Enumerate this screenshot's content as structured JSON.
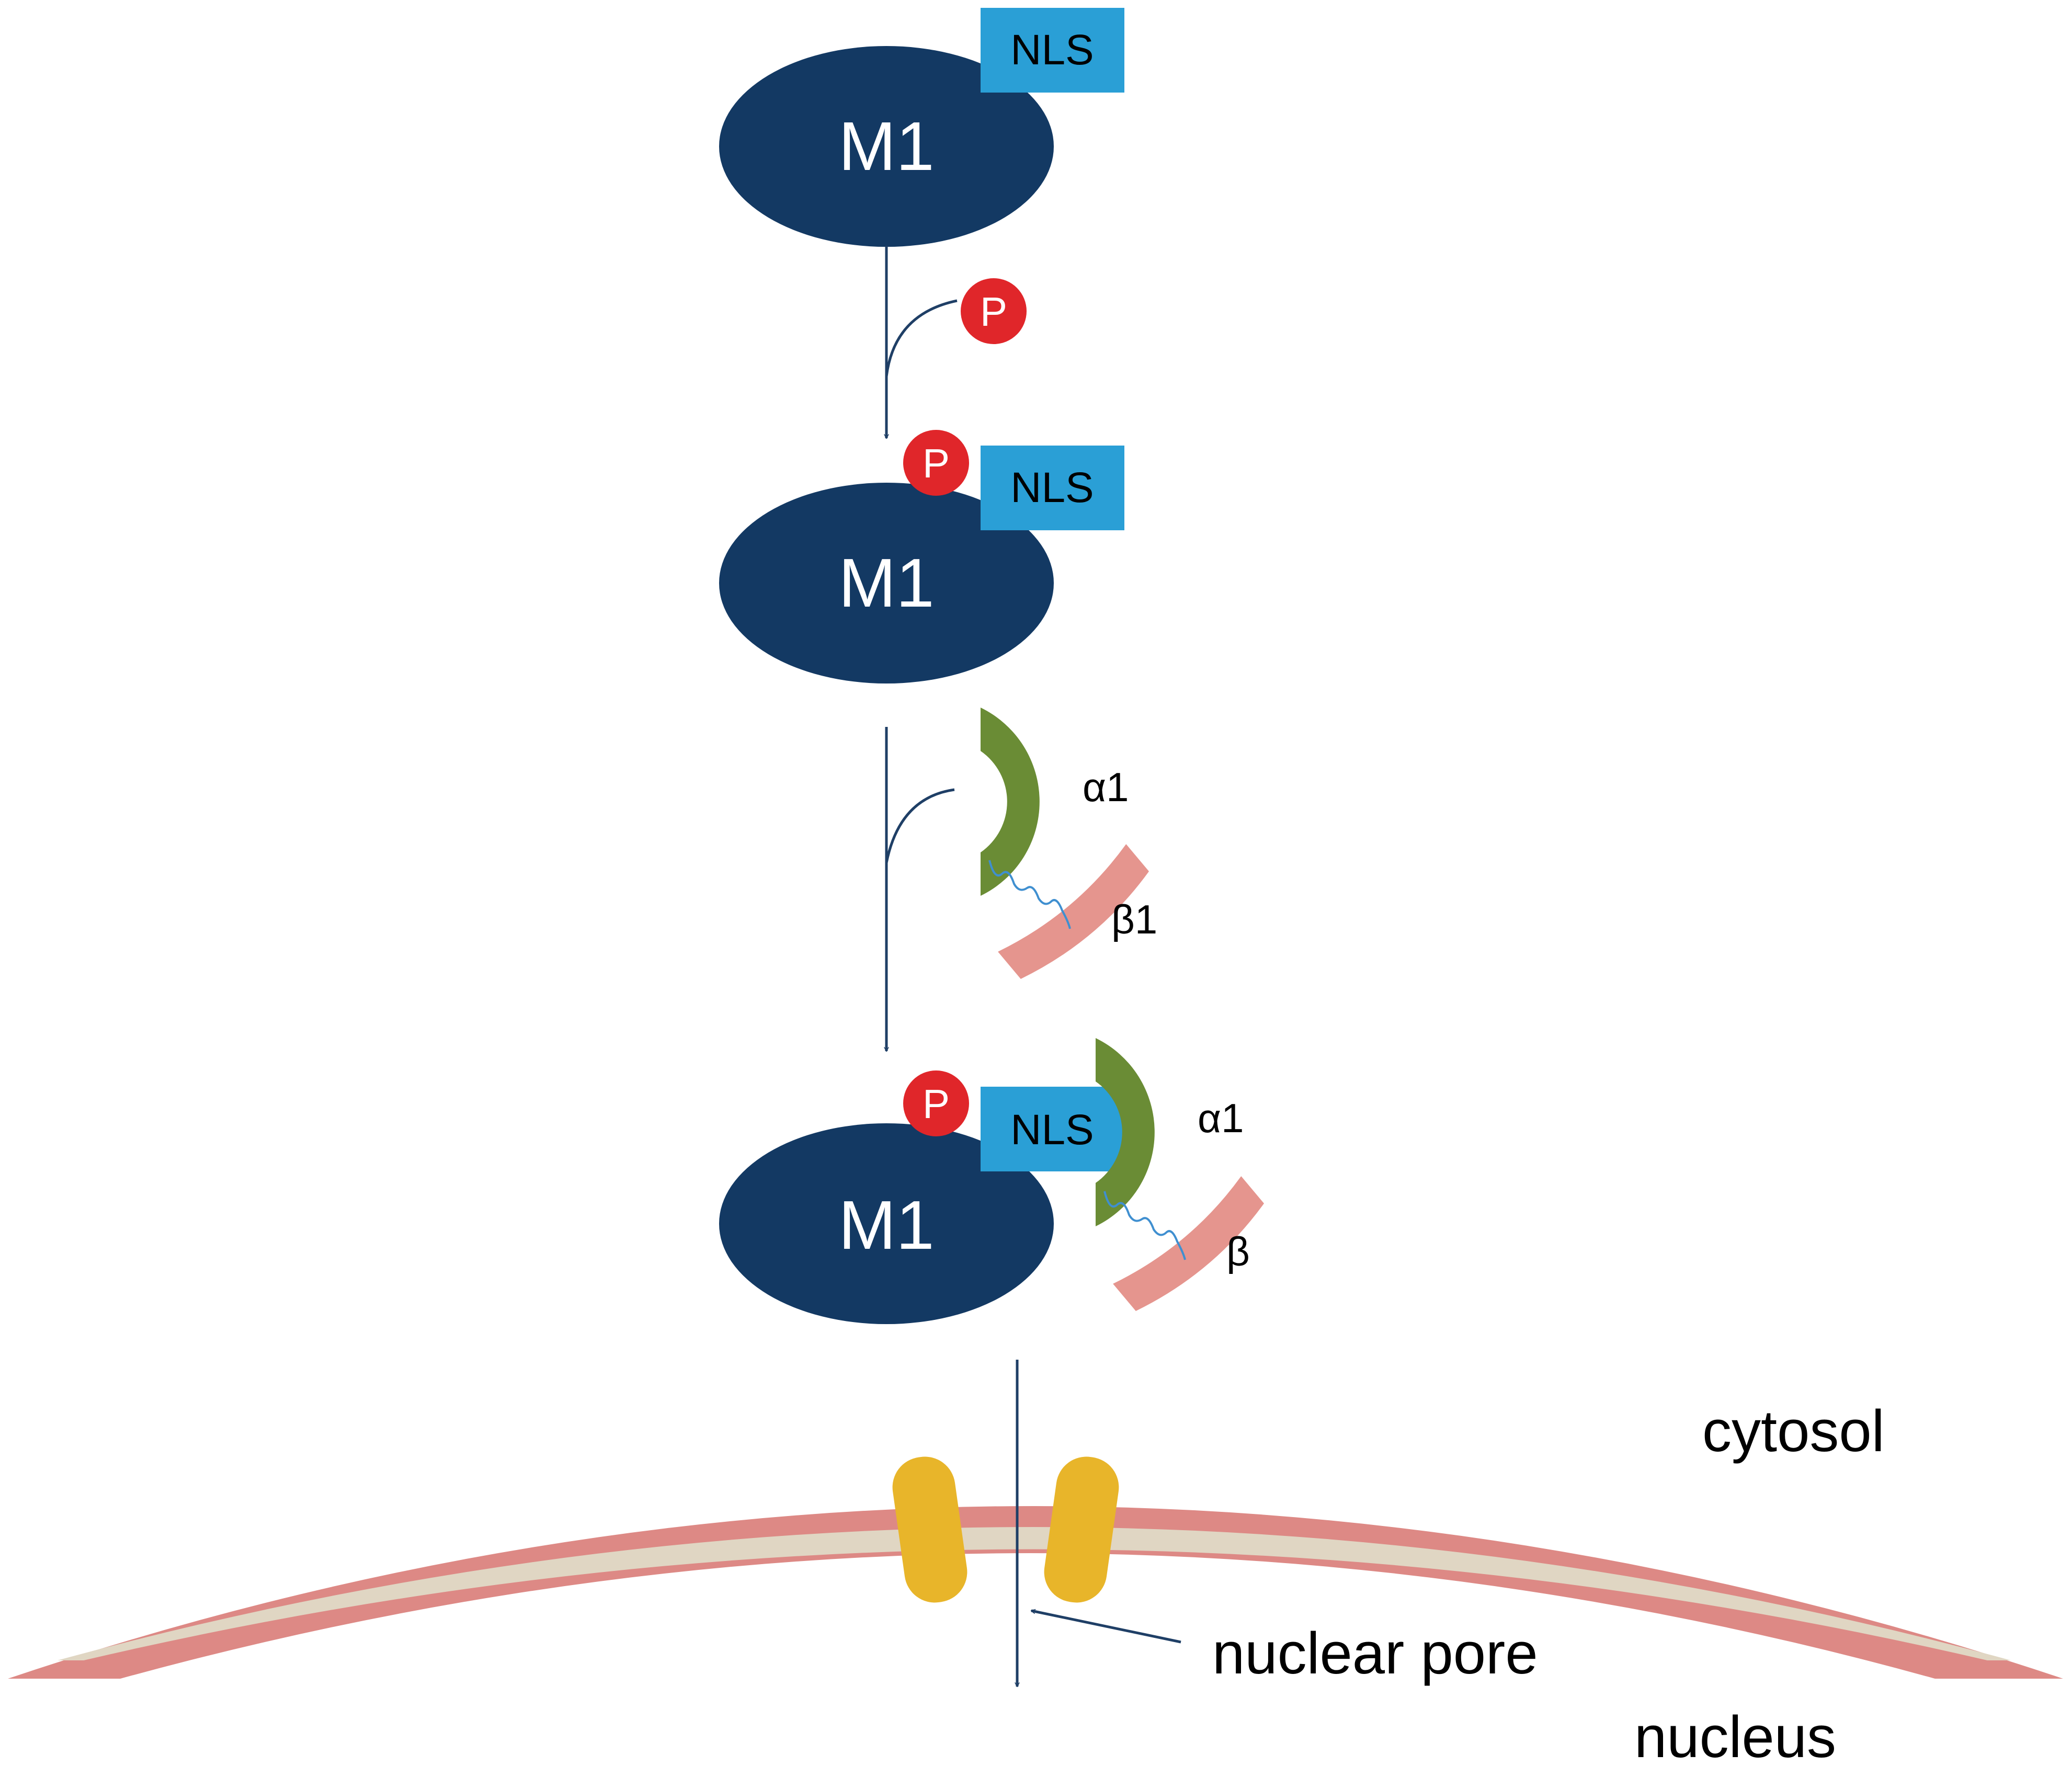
{
  "colors": {
    "m1": "#133963",
    "nls": "#2a9fd6",
    "phosphate": "#e0262a",
    "importin_alpha": "#6a8c35",
    "importin_beta": "#e5958e",
    "linker": "#3f8fd0",
    "arrow": "#1f3f66",
    "membrane_outer": "#dd8985",
    "membrane_inner": "#e0d6c3",
    "pore": "#e8b52a",
    "text": "#000000"
  },
  "stages": [
    {
      "protein": "M1",
      "nls": "NLS"
    },
    {
      "protein": "M1",
      "nls": "NLS",
      "phosphate": "P"
    },
    {
      "protein": "M1",
      "nls": "NLS",
      "phosphate": "P",
      "alpha": "α1",
      "beta": "β"
    }
  ],
  "phosphorylation_step": {
    "phosphate": "P"
  },
  "importin_step": {
    "alpha": "α1",
    "beta": "β1"
  },
  "compartments": {
    "cytosol": "cytosol",
    "nucleus": "nucleus"
  },
  "pore_label": "nuclear pore"
}
